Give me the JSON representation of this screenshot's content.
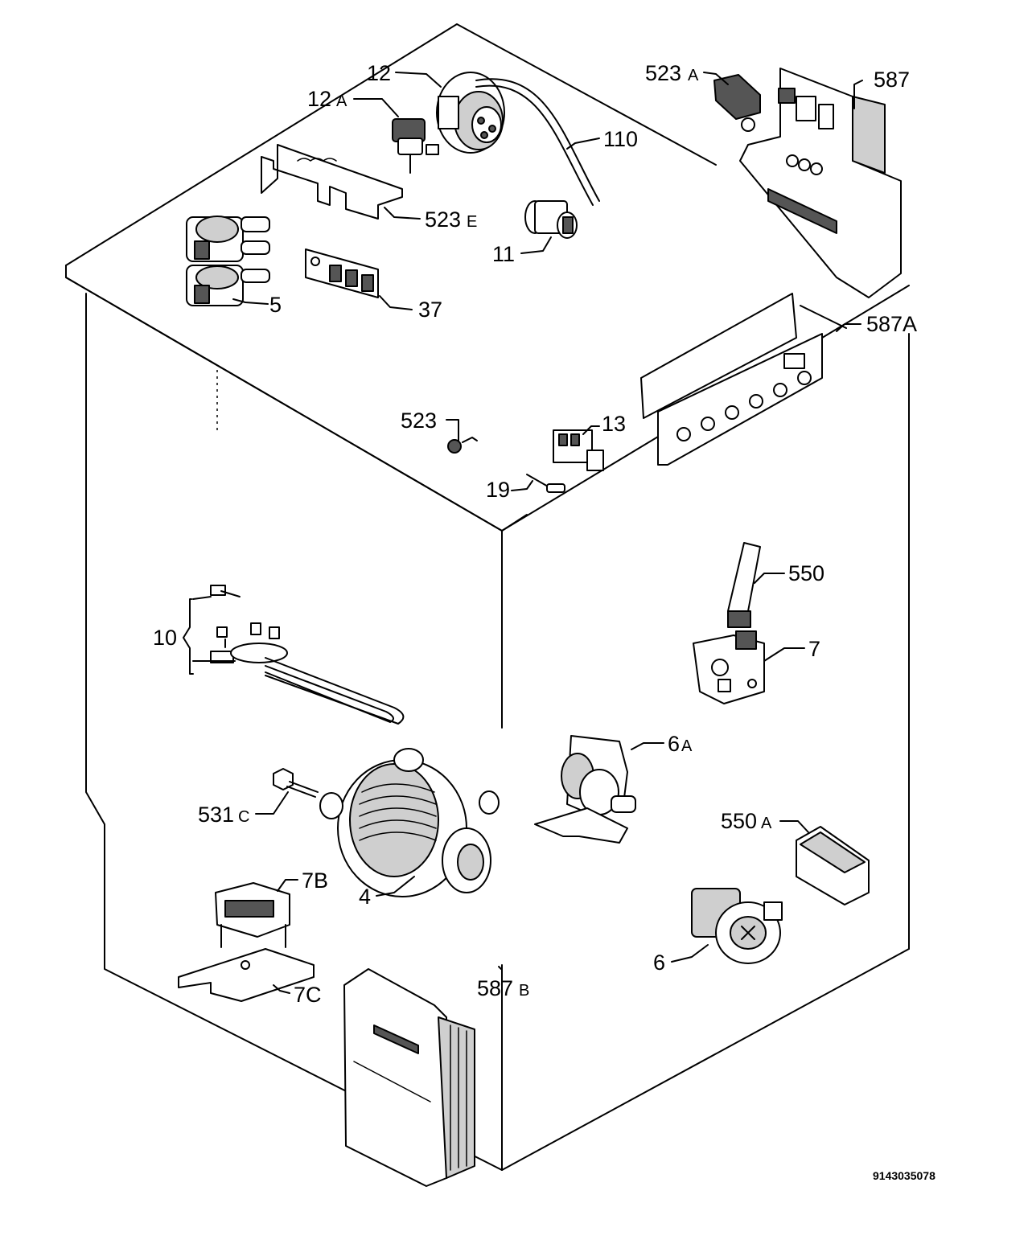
{
  "document_number": "9143035078",
  "labels": {
    "p12": "12",
    "p12a": "12",
    "p12a_suffix": "A",
    "p110": "110",
    "p523a": "523",
    "p523a_suffix": "A",
    "p587": "587",
    "p523e": "523",
    "p523e_suffix": "E",
    "p11": "11",
    "p5": "5",
    "p37": "37",
    "p587a": "587A",
    "p523": "523",
    "p13": "13",
    "p19": "19",
    "p550": "550",
    "p10": "10",
    "p7": "7",
    "p6a": "6",
    "p6a_suffix": "A",
    "p531c": "531",
    "p531c_suffix": "C",
    "p550a": "550",
    "p550a_suffix": "A",
    "p4": "4",
    "p7b": "7B",
    "p6": "6",
    "p7c": "7C",
    "p587b": "587",
    "p587b_suffix": "B"
  }
}
